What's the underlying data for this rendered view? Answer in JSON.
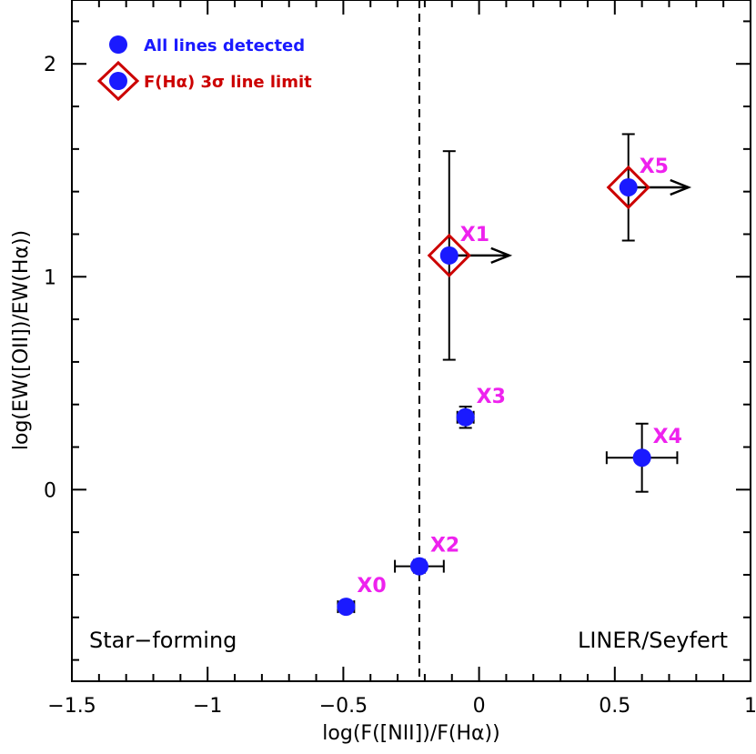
{
  "chart_data": {
    "type": "scatter",
    "xlabel": "log(F([NII])/F(Hα))",
    "ylabel": "log(EW([OII])/EW(Hα))",
    "xlim": [
      -1.5,
      1.0
    ],
    "ylim": [
      -0.9,
      2.3
    ],
    "xticks": [
      -1.5,
      -1,
      -0.5,
      0,
      0.5,
      1
    ],
    "xtick_labels": [
      "−1.5",
      "−1",
      "−0.5",
      "0",
      "0.5",
      "1"
    ],
    "yticks": [
      0,
      1,
      2
    ],
    "ytick_labels": [
      "0",
      "1",
      "2"
    ],
    "divider_x": -0.22,
    "region_left_label": "Star−forming",
    "region_right_label": "LINER/Seyfert",
    "legend": {
      "position": "top-left",
      "detected_label": "All lines detected",
      "limit_label": "F(Hα) 3σ line limit",
      "detected_color": "#1a1aff",
      "limit_color": "#cc0000"
    },
    "colors": {
      "point": "#1a1aff",
      "point_label": "#ee22ee",
      "limit_marker": "#cc0000"
    },
    "points": [
      {
        "name": "X0",
        "x": -0.49,
        "y": -0.55,
        "xerr": 0.03,
        "yerr": 0.02,
        "limit": false
      },
      {
        "name": "X1",
        "x": -0.11,
        "y": 1.1,
        "xerr": 0.0,
        "yerr": 0.49,
        "limit": true
      },
      {
        "name": "X2",
        "x": -0.22,
        "y": -0.36,
        "xerr": 0.09,
        "yerr": 0.03,
        "limit": false
      },
      {
        "name": "X3",
        "x": -0.05,
        "y": 0.34,
        "xerr": 0.03,
        "yerr": 0.05,
        "limit": false
      },
      {
        "name": "X4",
        "x": 0.6,
        "y": 0.15,
        "xerr": 0.13,
        "yerr": 0.16,
        "limit": false
      },
      {
        "name": "X5",
        "x": 0.55,
        "y": 1.42,
        "xerr": 0.0,
        "yerr": 0.25,
        "limit": true
      }
    ]
  }
}
